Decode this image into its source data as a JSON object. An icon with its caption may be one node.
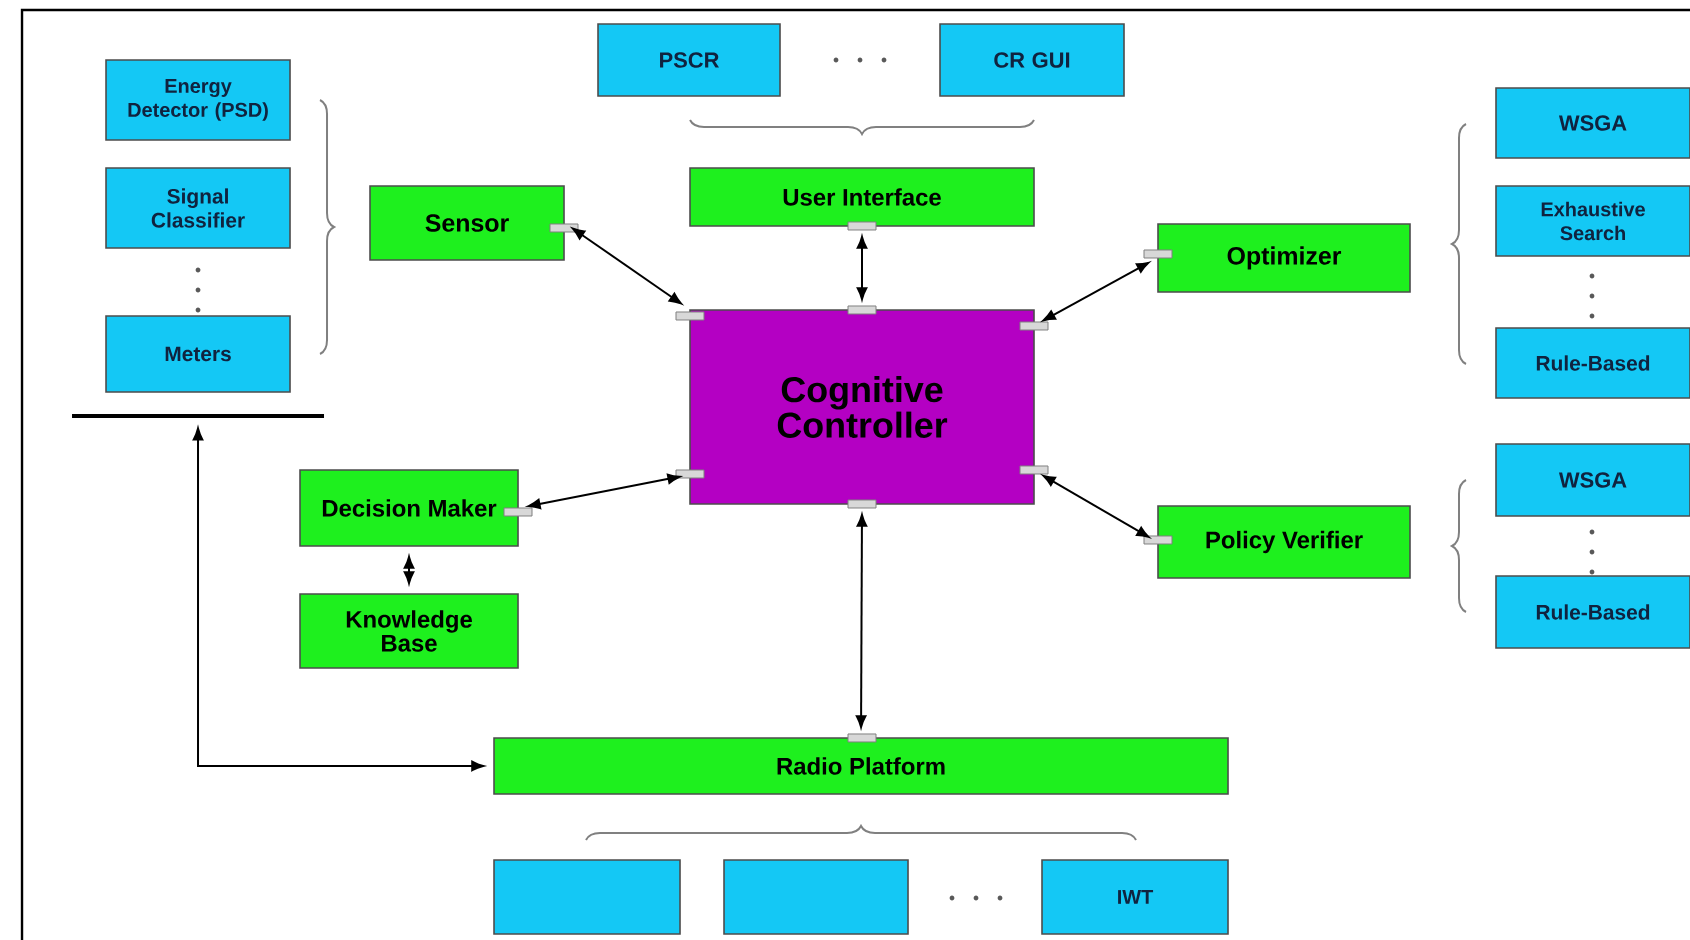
{
  "diagram": {
    "nodes": [
      {
        "text": [
          "PSCR"
        ]
      },
      {
        "text": [
          "CR GUI"
        ]
      },
      {
        "text": [
          "Energy Detector (PSD)"
        ]
      },
      {
        "text": [
          "Signal Classifier"
        ]
      },
      {
        "text": [
          "Meters"
        ]
      },
      {
        "text": [
          "Sensor"
        ]
      },
      {
        "text": [
          "User Interface"
        ]
      },
      {
        "text": [
          "Optimizer"
        ]
      },
      {
        "text": [
          "WSGA"
        ]
      },
      {
        "text": [
          "Exhaustive Search"
        ]
      },
      {
        "text": [
          "Rule-Based"
        ]
      },
      {
        "text": [
          "Cognitive Controller"
        ]
      },
      {
        "text": [
          "Decision Maker"
        ]
      },
      {
        "text": [
          "Policy Verifier"
        ]
      },
      {
        "text": [
          "WSGA"
        ]
      },
      {
        "text": [
          "Rule-Based"
        ]
      },
      {
        "text": [
          "Knowledge Base"
        ]
      },
      {
        "text": [
          "Radio Platform"
        ]
      },
      {
        "text": [],
        "shape": "box"
      },
      {
        "text": [],
        "shape": "box"
      },
      {
        "text": [
          "IWT"
        ]
      },
      {
        "text": [],
        "shape": "bar"
      }
    ],
    "edges": [
      {
        "from": 5,
        "to": 11,
        "arrow": "both"
      },
      {
        "from": 6,
        "to": 11,
        "arrow": "both"
      },
      {
        "from": 7,
        "to": 11,
        "arrow": "both"
      },
      {
        "from": 12,
        "to": 11,
        "arrow": "both"
      },
      {
        "from": 13,
        "to": 11,
        "arrow": "both"
      },
      {
        "from": 12,
        "to": 16,
        "arrow": "both"
      },
      {
        "from": 11,
        "to": 17,
        "arrow": "both"
      },
      {
        "from": 17,
        "to": 21,
        "arrow": "both"
      }
    ]
  }
}
